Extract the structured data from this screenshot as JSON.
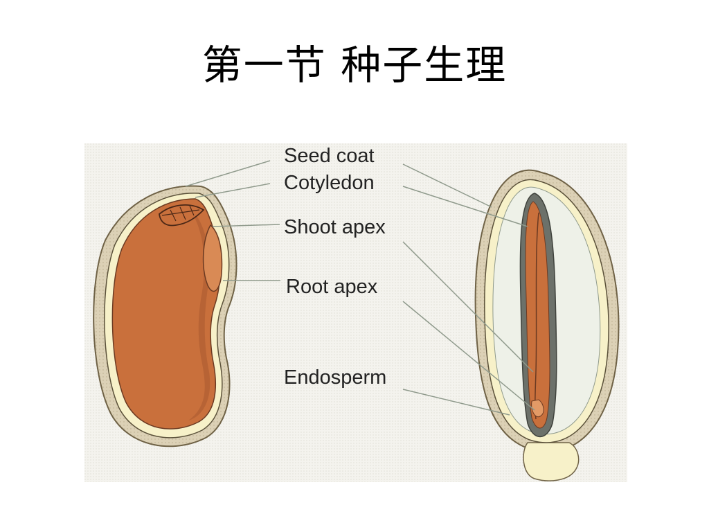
{
  "slide": {
    "title": "第一节  种子生理"
  },
  "figure": {
    "labels": {
      "seed_coat": "Seed coat",
      "cotyledon": "Cotyledon",
      "shoot_apex": "Shoot apex",
      "root_apex": "Root apex",
      "endosperm": "Endosperm"
    },
    "colors": {
      "background": "#f3f2ec",
      "bean_seed_coat": "#d9cdb1",
      "seed_coat_inner_layer": "#f7f1c9",
      "cotyledon": "#c9703c",
      "cotyledon_dark": "#8a4a2a",
      "endosperm": "#eef1e8",
      "leader_line": "#8f9a8c",
      "label_text": "#222222"
    }
  }
}
